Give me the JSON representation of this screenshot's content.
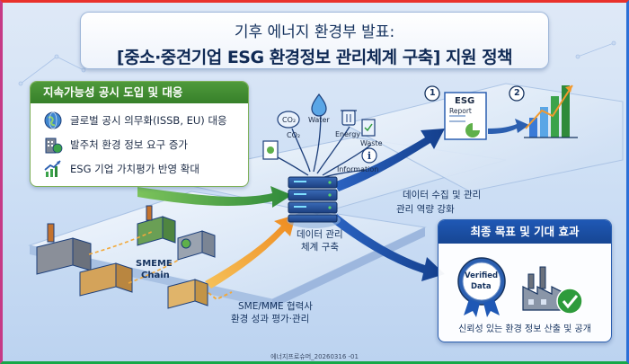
{
  "title": {
    "line1": "기후 에너지 환경부 발표:",
    "line2": "[중소·중견기업 ESG 환경정보 관리체계 구축] 지원 정책"
  },
  "left_panel": {
    "header": "지속가능성 공시 도입 및 대응",
    "items": [
      {
        "icon": "globe-icon",
        "text": "글로벌 공시 의무화(ISSB, EU) 대응"
      },
      {
        "icon": "building-esg-icon",
        "text": "발주처 환경 정보 요구 증가"
      },
      {
        "icon": "growth-chart-icon",
        "text": "ESG 기업 가치평가 반영 확대"
      }
    ]
  },
  "data_inputs": {
    "co2_top": "CO₂",
    "water": "Water",
    "co2": "CO₂",
    "energy": "Energy",
    "waste": "Waste",
    "information": "Information"
  },
  "center": {
    "server_label_line1": "데이터 관리",
    "server_label_line2": "체계 구축"
  },
  "sme_chain": {
    "label_line1": "SMEME",
    "label_line2": "Chain",
    "caption_line1": "SME/MME 협력사",
    "caption_line2": "환경 성과 평가·관리"
  },
  "capability": {
    "line1": "데이터 수집 및 관리",
    "line2": "관리 역량 강화"
  },
  "steps": {
    "step1_number": "1",
    "step2_number": "2",
    "report_line1": "ESG",
    "report_line2": "Report"
  },
  "right_panel": {
    "header": "최종 목표 및 기대 효과",
    "badge_line1": "Verified",
    "badge_line2": "Data",
    "caption": "신뢰성 있는 환경 정보 산출 및 공개"
  },
  "footer": "에너지프로슈머_20260316 -01",
  "colors": {
    "navy": "#16335f",
    "green": "#37802a",
    "blue": "#1f58b5",
    "orange": "#f29a2e",
    "check_green": "#2e9b3c"
  }
}
